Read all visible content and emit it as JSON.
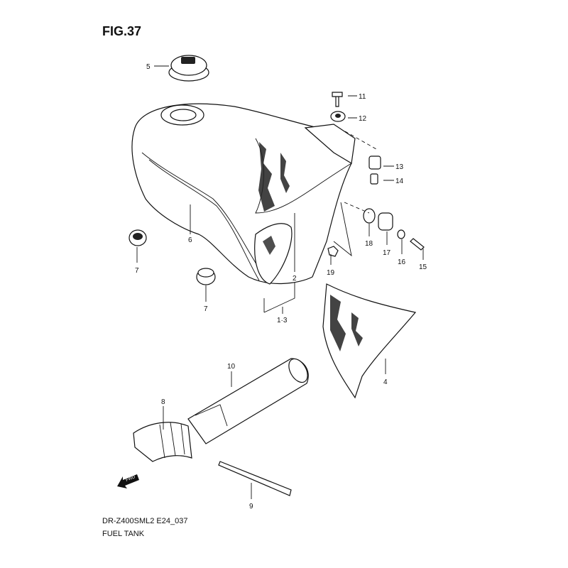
{
  "figure_title": "FIG.37",
  "model_code": "DR-Z400SML2 E24_037",
  "section_title": "FUEL TANK",
  "fwd_arrow": "FWD",
  "callouts": {
    "c1_3": "1·3",
    "c2": "2",
    "c4": "4",
    "c5": "5",
    "c6": "6",
    "c7a": "7",
    "c7b": "7",
    "c8": "8",
    "c9": "9",
    "c10": "10",
    "c11": "11",
    "c12": "12",
    "c13": "13",
    "c14": "14",
    "c15": "15",
    "c16": "16",
    "c17": "17",
    "c18": "18",
    "c19": "19"
  }
}
